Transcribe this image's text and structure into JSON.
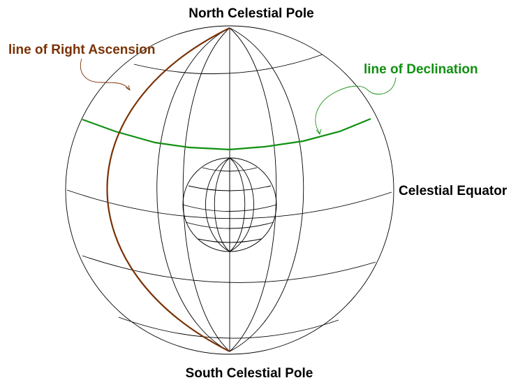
{
  "labels": {
    "north_pole": "North Celestial Pole",
    "south_pole": "South Celestial Pole",
    "equator": "Celestial Equator",
    "right_ascension": "line of Right Ascension",
    "declination": "line of Declination"
  },
  "colors": {
    "right_ascension": "#7a3205",
    "declination": "#119011",
    "grid": "#000000",
    "text": "#000000"
  }
}
